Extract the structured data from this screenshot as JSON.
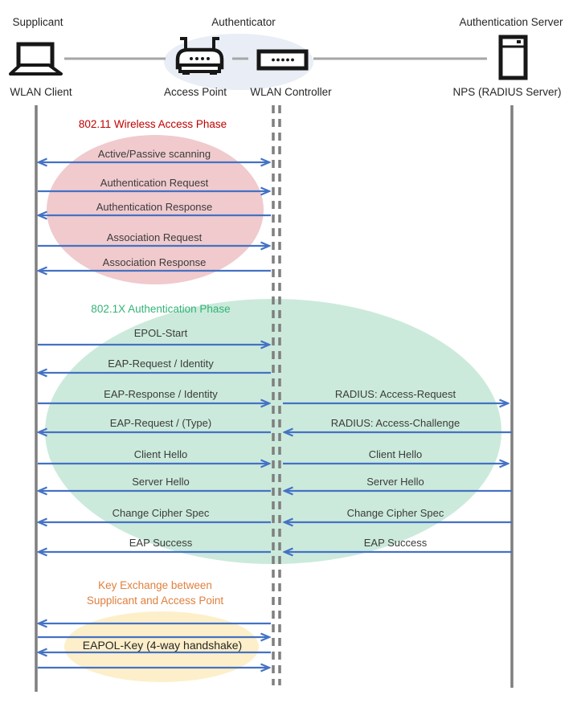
{
  "actors": {
    "supplicant": {
      "role_label": "Supplicant",
      "device_label": "WLAN Client"
    },
    "authenticator": {
      "role_label": "Authenticator",
      "access_point_label": "Access Point",
      "wlan_controller_label": "WLAN Controller"
    },
    "auth_server": {
      "role_label": "Authentication Server",
      "device_label": "NPS (RADIUS Server)"
    }
  },
  "phases": [
    {
      "title": "802.11 Wireless Access Phase",
      "title_color": "#C00000",
      "ellipse_color": "#F0CACD",
      "messages": [
        {
          "label": "Active/Passive scanning",
          "from": "WLAN Client",
          "to": "WLAN Controller",
          "direction": "both"
        },
        {
          "label": "Authentication Request",
          "from": "WLAN Client",
          "to": "WLAN Controller",
          "direction": "right"
        },
        {
          "label": "Authentication Response",
          "from": "WLAN Controller",
          "to": "WLAN Client",
          "direction": "left"
        },
        {
          "label": "Association Request",
          "from": "WLAN Client",
          "to": "WLAN Controller",
          "direction": "right"
        },
        {
          "label": "Association Response",
          "from": "WLAN Controller",
          "to": "WLAN Client",
          "direction": "left"
        }
      ]
    },
    {
      "title": "802.1X Authentication Phase",
      "title_color": "#33B377",
      "ellipse_color": "#CBEADB",
      "left_messages": [
        {
          "label": "EPOL-Start",
          "direction": "right"
        },
        {
          "label": "EAP-Request / Identity",
          "direction": "left"
        },
        {
          "label": "EAP-Response / Identity",
          "direction": "right"
        },
        {
          "label": "EAP-Request / (Type)",
          "direction": "left"
        },
        {
          "label": "Client Hello",
          "direction": "right"
        },
        {
          "label": "Server Hello",
          "direction": "left"
        },
        {
          "label": "Change Cipher Spec",
          "direction": "left"
        },
        {
          "label": "EAP Success",
          "direction": "left"
        }
      ],
      "right_messages": [
        {
          "label": "RADIUS: Access-Request",
          "direction": "right"
        },
        {
          "label": "RADIUS: Access-Challenge",
          "direction": "left"
        },
        {
          "label": "Client Hello",
          "direction": "right"
        },
        {
          "label": "Server Hello",
          "direction": "left"
        },
        {
          "label": "Change Cipher Spec",
          "direction": "left"
        },
        {
          "label": "EAP Success",
          "direction": "left"
        }
      ]
    },
    {
      "title_line1": "Key Exchange between",
      "title_line2": "Supplicant and Access Point",
      "title_color": "#E0803F",
      "ellipse_color": "#FDEFC9",
      "messages": [
        {
          "label": "EAPOL-Key (4-way handshake)",
          "direction": "both",
          "arrow_sequence": [
            "left",
            "right",
            "left",
            "right"
          ]
        }
      ]
    }
  ],
  "colors": {
    "arrow": "#4472C4",
    "lifeline": "#7F7F7F",
    "connector": "#A6A6A6",
    "authenticator_group_ellipse": "#E9EDF6",
    "icon": "#171717",
    "message_text": "#3B3B3B"
  }
}
